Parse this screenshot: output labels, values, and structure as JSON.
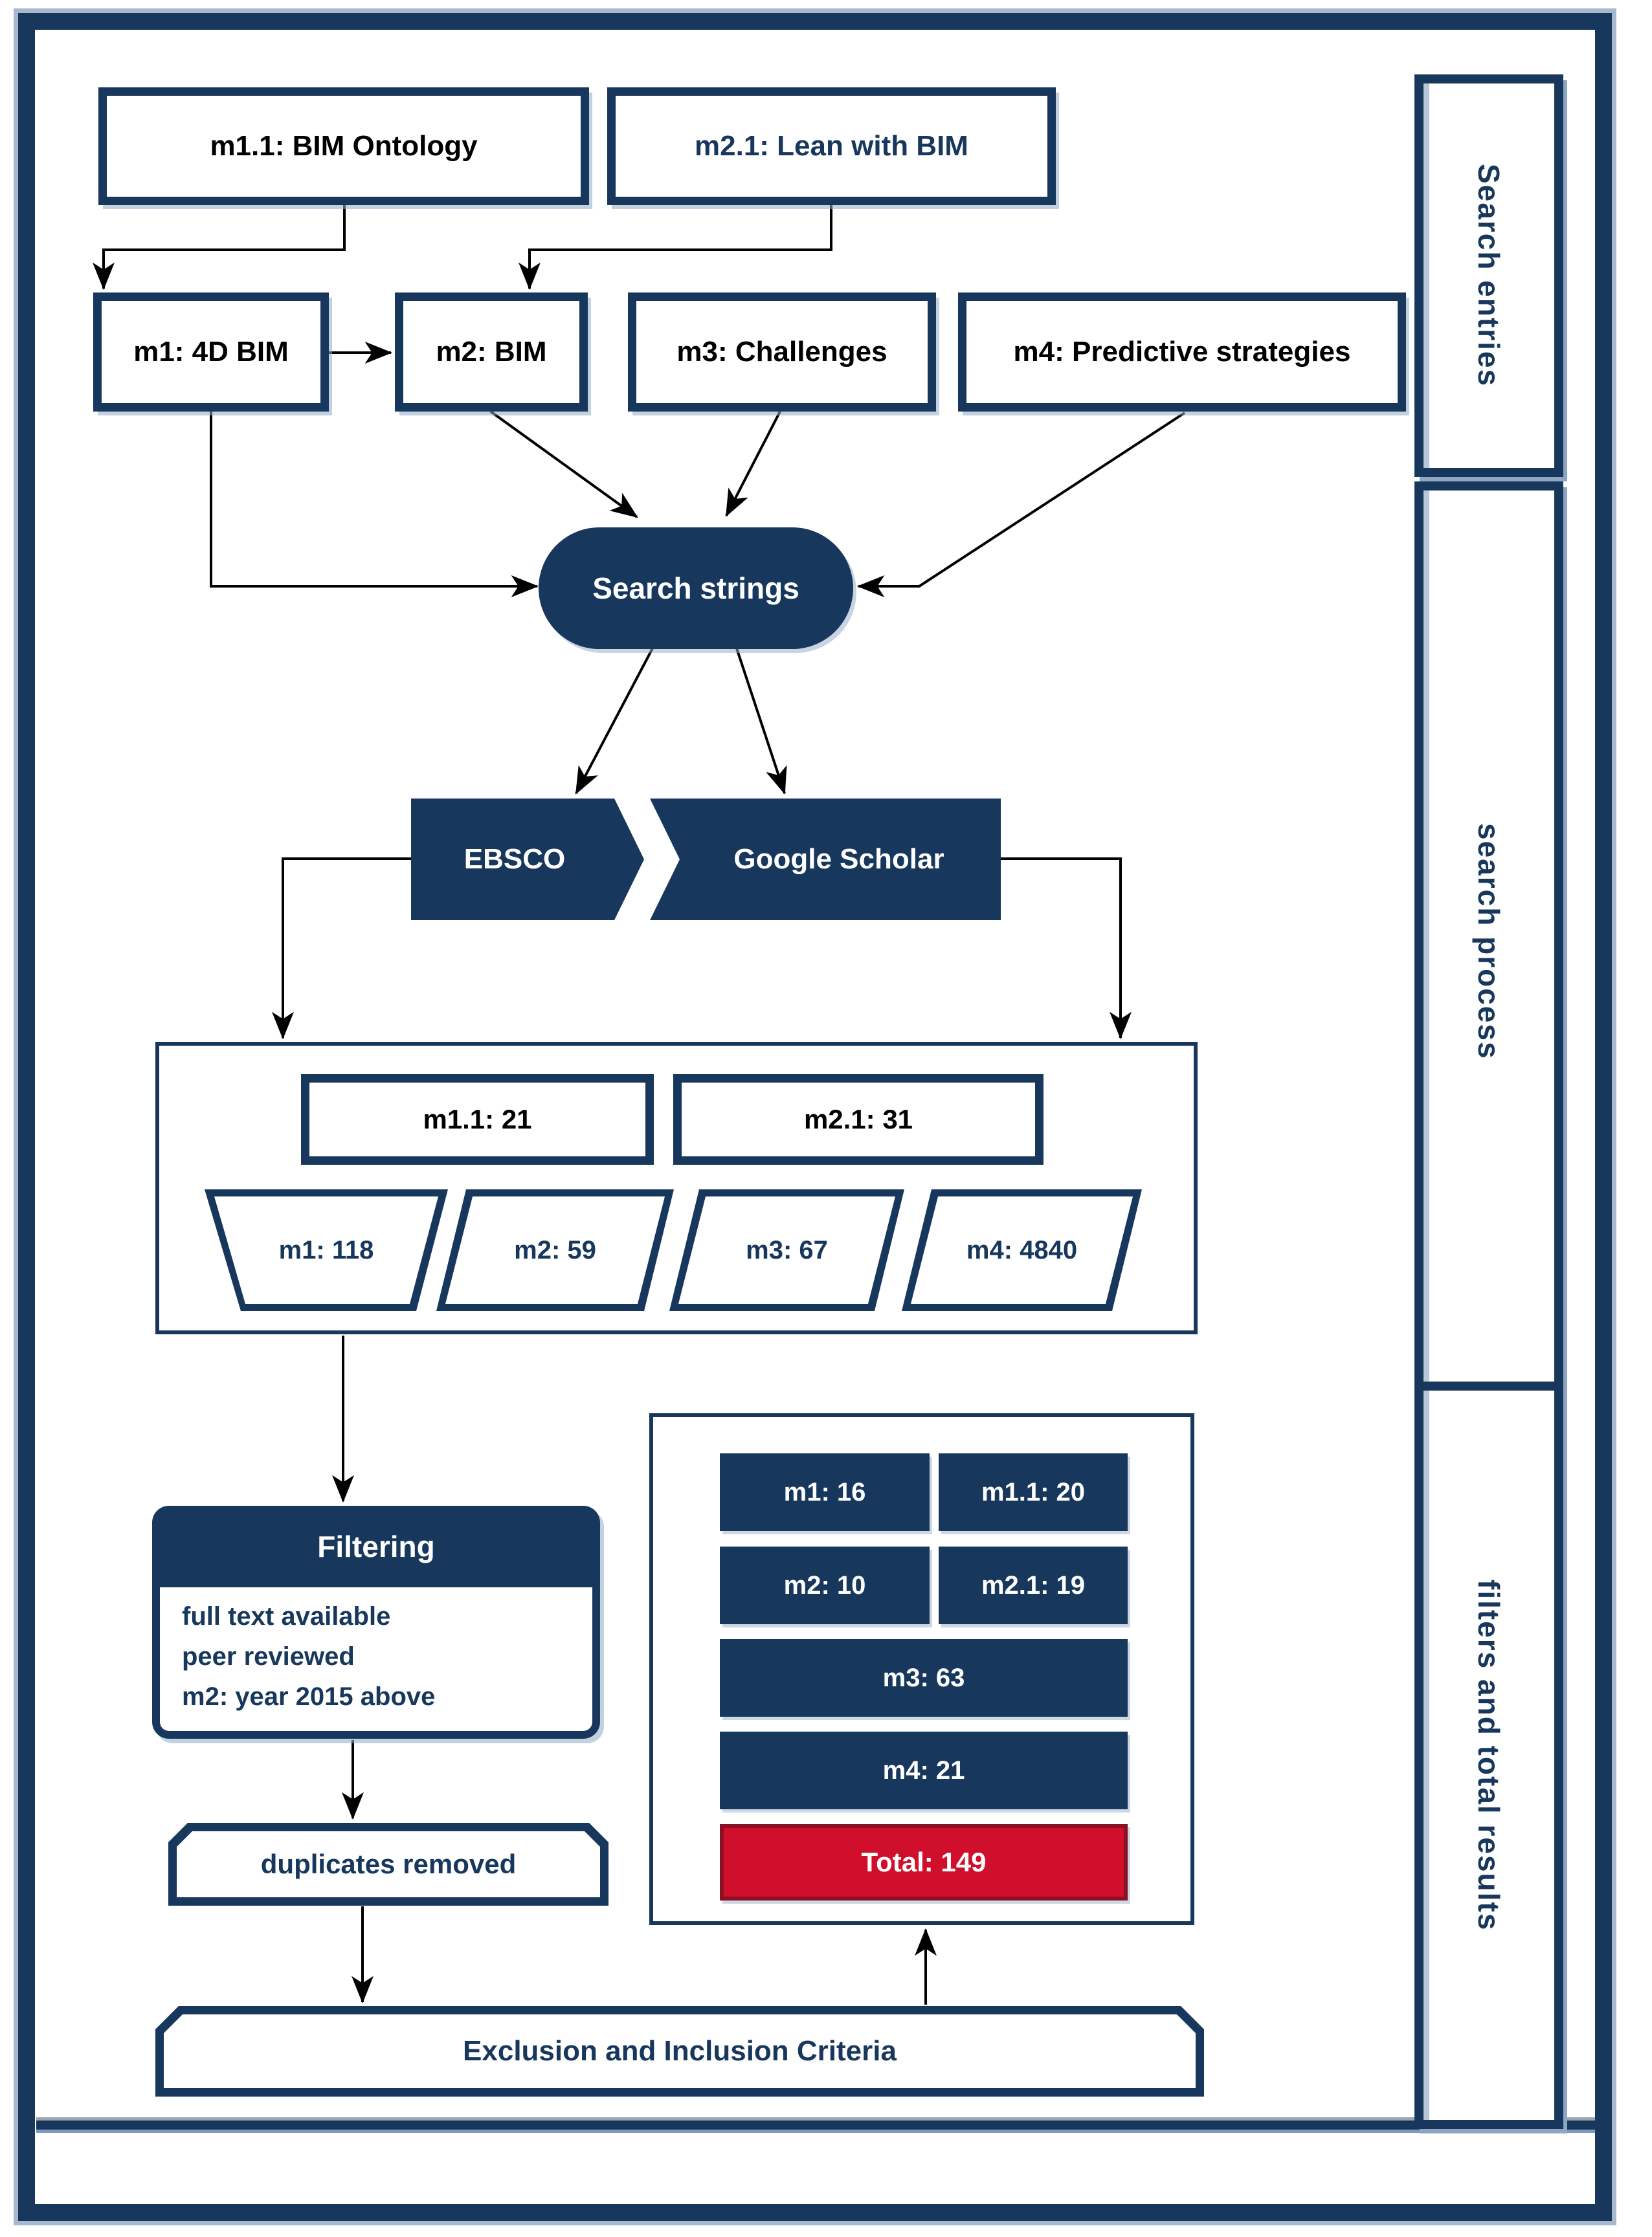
{
  "colors": {
    "navy": "#17375c",
    "steel": "#8fa6c2",
    "steel_light": "#b9c7da",
    "red": "#d00f2c",
    "red_border": "#8c1023",
    "line": "#000000",
    "black": "#000000"
  },
  "sidebar": {
    "search_entries": "Search entries",
    "search_process": "search process",
    "filters_results": "filters and total results"
  },
  "entries": {
    "m1_1": "m1.1: BIM Ontology",
    "m2_1": "m2.1: Lean with BIM",
    "m1": "m1: 4D BIM",
    "m2": "m2: BIM",
    "m3": "m3: Challenges",
    "m4": "m4: Predictive strategies"
  },
  "search": {
    "strings_label": "Search strings",
    "ebsco": "EBSCO",
    "google_scholar": "Google Scholar"
  },
  "raw_results": {
    "m1_1": "m1.1: 21",
    "m2_1": "m2.1: 31",
    "m1": "m1: 118",
    "m2": "m2: 59",
    "m3": "m3: 67",
    "m4": "m4: 4840"
  },
  "filtering": {
    "title": "Filtering",
    "criteria": [
      "full text available",
      "peer reviewed",
      "m2: year 2015 above"
    ],
    "duplicates": "duplicates removed",
    "exclusion": "Exclusion and Inclusion Criteria"
  },
  "final_results": {
    "m1": "m1: 16",
    "m1_1": "m1.1: 20",
    "m2": "m2: 10",
    "m2_1": "m2.1: 19",
    "m3": "m3: 63",
    "m4": "m4: 21",
    "total": "Total: 149"
  }
}
